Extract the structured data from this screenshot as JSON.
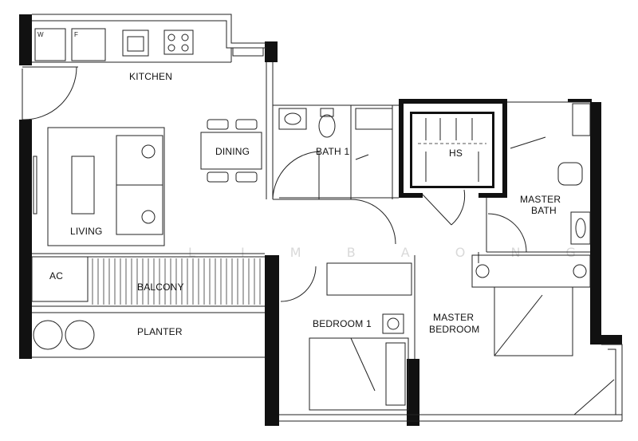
{
  "rooms": {
    "kitchen": "KITCHEN",
    "dining": "DINING",
    "living": "LIVING",
    "bath1": "BATH 1",
    "hs": "HS",
    "master_bath_line1": "MASTER",
    "master_bath_line2": "BATH",
    "ac": "AC",
    "balcony": "BALCONY",
    "planter": "PLANTER",
    "bedroom1": "BEDROOM 1",
    "master_bedroom_line1": "MASTER",
    "master_bedroom_line2": "BEDROOM"
  },
  "appliances": {
    "washer": "W",
    "fridge": "F"
  },
  "watermark": "L I M B A O N G",
  "colors": {
    "wall": "#111111",
    "line": "#222222",
    "watermark": "#d9d9d9"
  }
}
